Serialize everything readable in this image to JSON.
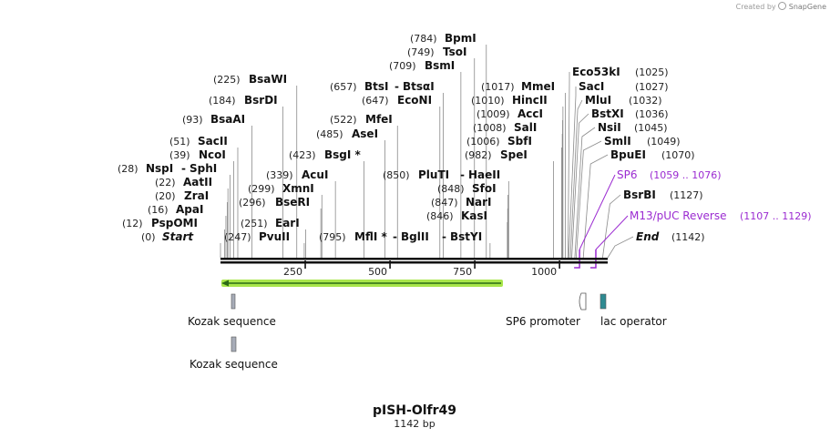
{
  "credit": {
    "prefix": "Created by",
    "brand": "SnapGene"
  },
  "map": {
    "name": "pISH-Olfr49",
    "length_label": "1142 bp",
    "length": 1142,
    "backbone_color": "#111111",
    "ticks": [
      "250",
      "500",
      "750",
      "1000"
    ]
  },
  "sites": [
    {
      "pos": "(0)",
      "name": "Start",
      "italic": true
    },
    {
      "pos": "(12)",
      "name": "PspOMI"
    },
    {
      "pos": "(16)",
      "name": "ApaI"
    },
    {
      "pos": "(20)",
      "name": "ZraI"
    },
    {
      "pos": "(22)",
      "name": "AatII"
    },
    {
      "pos": "(28)",
      "name": "NspI",
      "name2": "SphI"
    },
    {
      "pos": "(39)",
      "name": "NcoI"
    },
    {
      "pos": "(51)",
      "name": "SacII"
    },
    {
      "pos": "(93)",
      "name": "BsaAI"
    },
    {
      "pos": "(184)",
      "name": "BsrDI"
    },
    {
      "pos": "(225)",
      "name": "BsaWI"
    },
    {
      "pos": "(247)",
      "name": "PvuII"
    },
    {
      "pos": "(251)",
      "name": "EarI"
    },
    {
      "pos": "(296)",
      "name": "BseRI"
    },
    {
      "pos": "(299)",
      "name": "XmnI"
    },
    {
      "pos": "(339)",
      "name": "AcuI"
    },
    {
      "pos": "(423)",
      "name": "BsgI *"
    },
    {
      "pos": "(485)",
      "name": "AseI"
    },
    {
      "pos": "(522)",
      "name": "MfeI"
    },
    {
      "pos": "(647)",
      "name": "EcoNI"
    },
    {
      "pos": "(657)",
      "name": "BtsI",
      "name2": "BtsαI"
    },
    {
      "pos": "(709)",
      "name": "BsmI"
    },
    {
      "pos": "(749)",
      "name": "TsoI"
    },
    {
      "pos": "(784)",
      "name": "BpmI"
    },
    {
      "pos": "(795)",
      "name": "MflI *",
      "name2": "BglII",
      "name3": "BstYI"
    },
    {
      "pos": "(850)",
      "name": "PluTI",
      "name2": "HaeII"
    },
    {
      "pos": "(848)",
      "name": "SfoI"
    },
    {
      "pos": "(847)",
      "name": "NarI"
    },
    {
      "pos": "(846)",
      "name": "KasI"
    },
    {
      "pos": "(982)",
      "name": "SpeI"
    },
    {
      "pos": "(1006)",
      "name": "SbfI"
    },
    {
      "pos": "(1008)",
      "name": "SalI"
    },
    {
      "pos": "(1009)",
      "name": "AccI"
    },
    {
      "pos": "(1010)",
      "name": "HincII"
    },
    {
      "pos": "(1017)",
      "name": "MmeI"
    },
    {
      "pos": "(1025)",
      "name": "Eco53kI"
    },
    {
      "pos": "(1027)",
      "name": "SacI"
    },
    {
      "pos": "(1032)",
      "name": "MluI"
    },
    {
      "pos": "(1036)",
      "name": "BstXI"
    },
    {
      "pos": "(1045)",
      "name": "NsiI"
    },
    {
      "pos": "(1049)",
      "name": "SmlI"
    },
    {
      "pos": "(1070)",
      "name": "BpuEI"
    },
    {
      "pos": "(1127)",
      "name": "BsrBI"
    },
    {
      "pos": "(1142)",
      "name": "End",
      "italic": true
    }
  ],
  "primers": [
    {
      "name": "SP6",
      "range": "(1059 .. 1076)",
      "color": "#9b2bd1"
    },
    {
      "name": "M13/pUC Reverse",
      "range": "(1107 .. 1129)",
      "color": "#9b2bd1"
    }
  ],
  "features": [
    {
      "label": "Kozak sequence",
      "color": "#a7acb8"
    },
    {
      "label": "Kozak sequence",
      "color": "#a7acb8"
    },
    {
      "label": "SP6 promoter",
      "color": "#ffffff"
    },
    {
      "label": "lac operator",
      "color": "#2e8a91"
    }
  ],
  "orf": {
    "color": "#a8e64a",
    "arrow_color": "#2b6b14"
  }
}
